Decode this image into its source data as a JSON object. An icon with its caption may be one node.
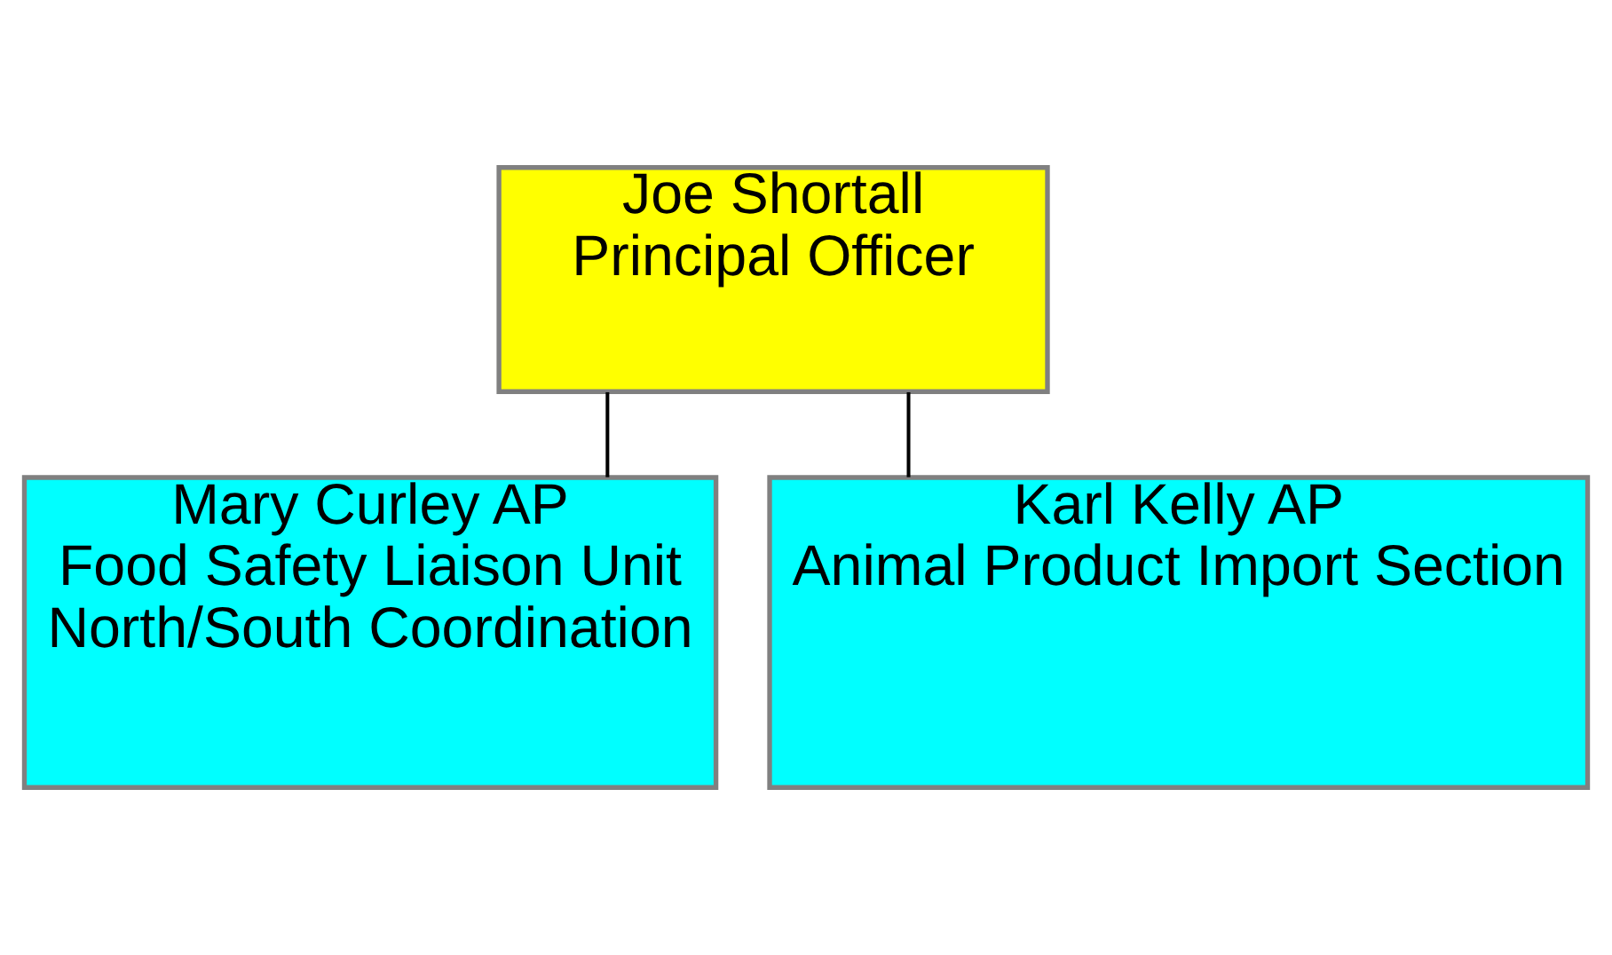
{
  "diagram": {
    "nodes": [
      {
        "text": [
          "Joe Shortall",
          "Principal Officer"
        ]
      },
      {
        "text": [
          "Mary Curley AP",
          "Food Safety Liaison Unit",
          "North/South Coordination"
        ]
      },
      {
        "text": [
          "Karl Kelly AP",
          "Animal Product Import Section"
        ]
      }
    ],
    "edges": [
      {
        "from": 0,
        "to": 1,
        "arrow": "none"
      },
      {
        "from": 0,
        "to": 2,
        "arrow": "none"
      }
    ]
  }
}
